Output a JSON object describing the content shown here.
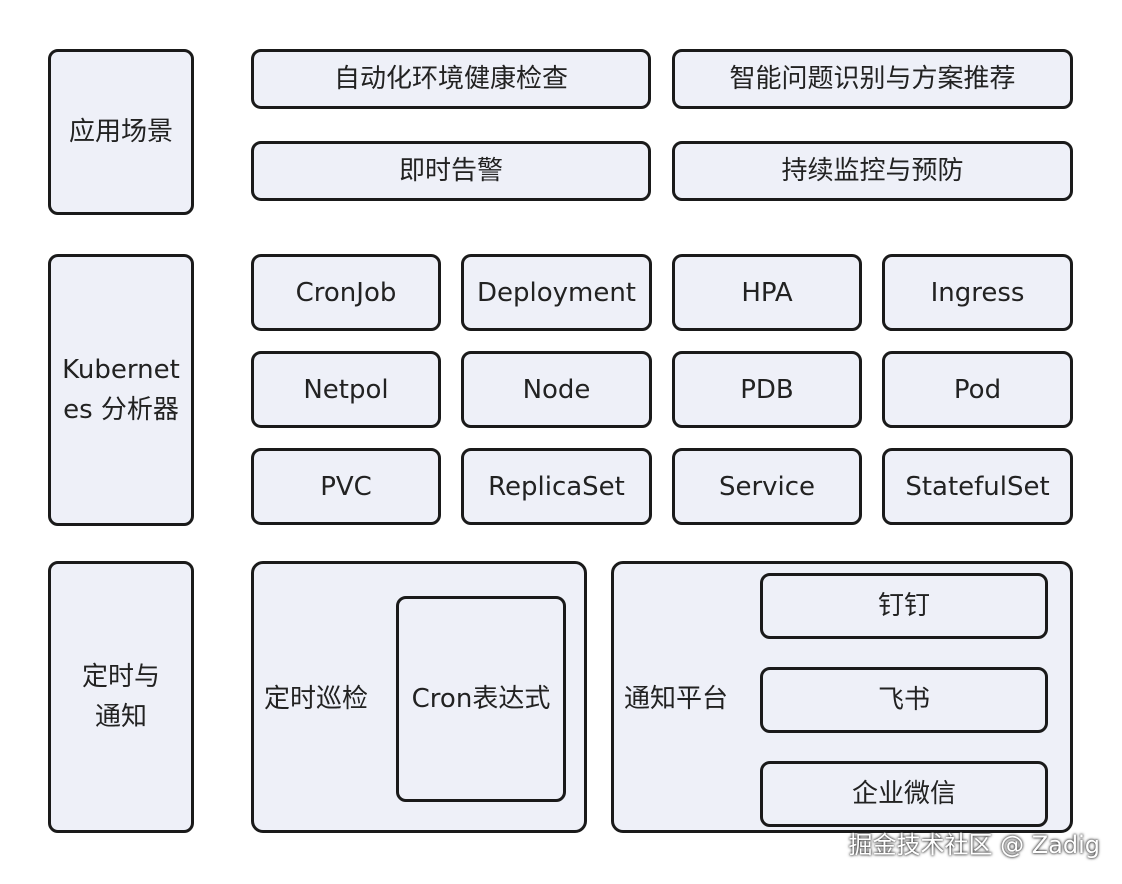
{
  "rows": {
    "scenarios": {
      "label": "应用场景",
      "items": [
        "自动化环境健康检查",
        "智能问题识别与方案推荐",
        "即时告警",
        "持续监控与预防"
      ]
    },
    "analyzers": {
      "label": "Kubernetes 分析器",
      "items": [
        "CronJob",
        "Deployment",
        "HPA",
        "Ingress",
        "Netpol",
        "Node",
        "PDB",
        "Pod",
        "PVC",
        "ReplicaSet",
        "Service",
        "StatefulSet"
      ]
    },
    "schedule": {
      "label": "定时与通知",
      "inspection": {
        "label": "定时巡检",
        "cron": "Cron表达式"
      },
      "notify": {
        "label": "通知平台",
        "platforms": [
          "钉钉",
          "飞书",
          "企业微信"
        ]
      }
    }
  },
  "watermark": "掘金技术社区 @ Zadig",
  "colors": {
    "box_fill": "#eef0f8",
    "border": "#1a1a1a",
    "text": "#222222"
  }
}
